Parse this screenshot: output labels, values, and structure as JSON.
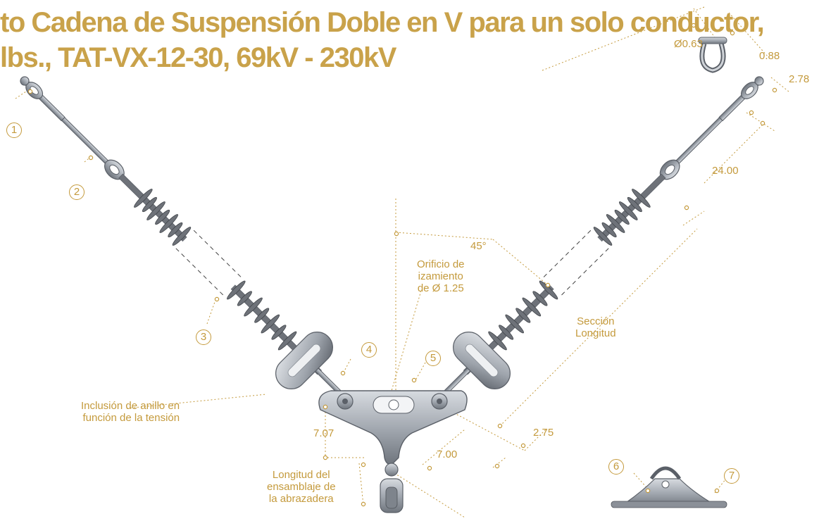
{
  "title": {
    "line1": "to Cadena de Suspensión Doble en V  para un solo conductor,",
    "line2": "lbs., TAT-VX-12-30, 69kV - 230kV"
  },
  "callouts": [
    "1",
    "2",
    "3",
    "4",
    "5",
    "6",
    "7"
  ],
  "dimensions": {
    "pin_diameter": "Ø0.63",
    "shackle_width": "0.88",
    "top_end": "2.78",
    "section": "24.00",
    "angle": "45°",
    "lower_offset": "2.75",
    "plate_height": "7.07",
    "plate_width": "7.00"
  },
  "labels": {
    "lifting_hole": [
      "Orificio de",
      "izamiento",
      "de Ø 1.25"
    ],
    "section_length": [
      "Sección",
      "Longitud"
    ],
    "grading_ring": [
      "Inclusión de anillo en",
      "función de la tensión"
    ],
    "clamp_length": [
      "Longitud del",
      "ensamblaje de",
      "la abrazadera"
    ]
  },
  "colors": {
    "accent": "#c9a24a",
    "metal": "#9aa0a8",
    "metal_dark": "#5b6068",
    "insulator": "#6e7279"
  }
}
